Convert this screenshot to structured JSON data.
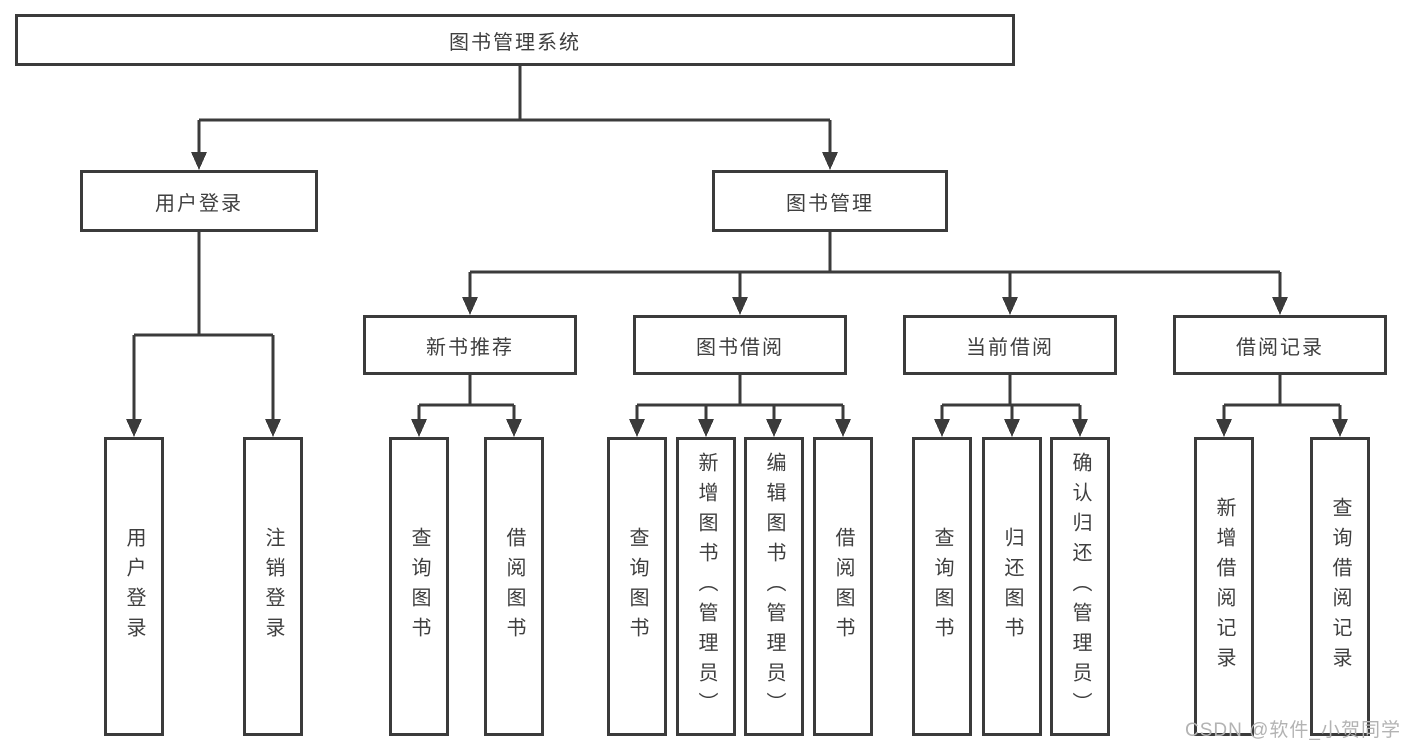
{
  "tree": {
    "root": {
      "label": "图书管理系统"
    },
    "branches": [
      {
        "label": "用户登录",
        "children": [
          {
            "label": "用户登录"
          },
          {
            "label": "注销登录"
          }
        ]
      },
      {
        "label": "图书管理",
        "children": [
          {
            "label": "新书推荐",
            "children": [
              {
                "label": "查询图书"
              },
              {
                "label": "借阅图书"
              }
            ]
          },
          {
            "label": "图书借阅",
            "children": [
              {
                "label": "查询图书"
              },
              {
                "label": "新增图书（管理员）"
              },
              {
                "label": "编辑图书（管理员）"
              },
              {
                "label": "借阅图书"
              }
            ]
          },
          {
            "label": "当前借阅",
            "children": [
              {
                "label": "查询图书"
              },
              {
                "label": "归还图书"
              },
              {
                "label": "确认归还（管理员）"
              }
            ]
          },
          {
            "label": "借阅记录",
            "children": [
              {
                "label": "新增借阅记录"
              },
              {
                "label": "查询借阅记录"
              }
            ]
          }
        ]
      }
    ]
  },
  "watermark": {
    "text": "CSDN @软件_小贺同学"
  },
  "colors": {
    "line": "#3b3b3b",
    "text": "#3f3f3f",
    "watermark": "#b3b3b3"
  }
}
